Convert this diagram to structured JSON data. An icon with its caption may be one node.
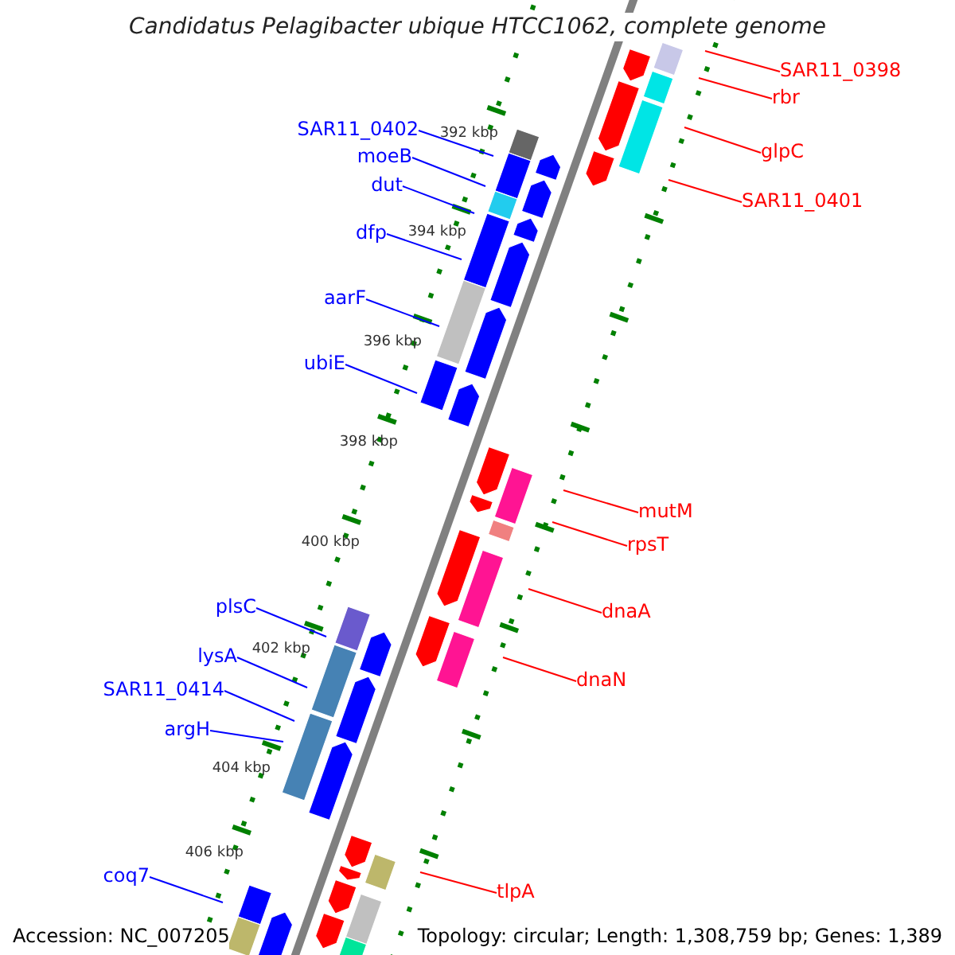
{
  "diagram": {
    "title": "Candidatus Pelagibacter ubique HTCC1062, complete genome",
    "nodes": [
      {
        "text": [
          "SAR11_0398"
        ]
      },
      {
        "text": [
          "rbr"
        ]
      },
      {
        "text": [
          "glpC"
        ]
      },
      {
        "text": [
          "SAR11_0401"
        ]
      },
      {
        "text": [
          "SAR11_0402"
        ]
      },
      {
        "text": [
          "moeB"
        ]
      },
      {
        "text": [
          "dut"
        ]
      },
      {
        "text": [
          "dfp"
        ]
      },
      {
        "text": [
          "aarF"
        ]
      },
      {
        "text": [
          "ubiE"
        ]
      },
      {
        "text": [
          "mutM"
        ]
      },
      {
        "text": [
          "rpsT"
        ]
      },
      {
        "text": [
          "dnaA"
        ]
      },
      {
        "text": [
          "dnaN"
        ]
      },
      {
        "text": [
          "plsC"
        ]
      },
      {
        "text": [
          "lysA"
        ]
      },
      {
        "text": [
          "SAR11_0414"
        ]
      },
      {
        "text": [
          "argH"
        ]
      },
      {
        "text": [
          "tlpA"
        ]
      },
      {
        "text": [
          "coq7"
        ]
      }
    ],
    "edges": [
      {
        "from": 0,
        "to": null,
        "arrow": "none",
        "color": "#ff0000"
      },
      {
        "from": 1,
        "to": null,
        "arrow": "none",
        "color": "#ff0000"
      },
      {
        "from": 2,
        "to": null,
        "arrow": "none",
        "color": "#ff0000"
      },
      {
        "from": 3,
        "to": null,
        "arrow": "none",
        "color": "#ff0000"
      },
      {
        "from": 4,
        "to": null,
        "arrow": "none"
      },
      {
        "from": 5,
        "to": null,
        "arrow": "none"
      },
      {
        "from": 6,
        "to": null,
        "arrow": "none"
      },
      {
        "from": 7,
        "to": null,
        "arrow": "none"
      },
      {
        "from": 8,
        "to": null,
        "arrow": "none"
      },
      {
        "from": 9,
        "to": null,
        "arrow": "none"
      },
      {
        "from": 10,
        "to": null,
        "arrow": "none",
        "color": "#ff0000"
      },
      {
        "from": 11,
        "to": null,
        "arrow": "none",
        "color": "#ff0000"
      },
      {
        "from": 12,
        "to": null,
        "arrow": "none",
        "color": "#ff0000"
      },
      {
        "from": 13,
        "to": null,
        "arrow": "none",
        "color": "#ff0000"
      },
      {
        "from": 14,
        "to": null,
        "arrow": "none"
      },
      {
        "from": 15,
        "to": null,
        "arrow": "none"
      },
      {
        "from": 16,
        "to": null,
        "arrow": "none"
      },
      {
        "from": 17,
        "to": null,
        "arrow": "none"
      },
      {
        "from": 18,
        "to": null,
        "arrow": "none",
        "color": "#ff0000"
      },
      {
        "from": 19,
        "to": null,
        "arrow": "none"
      }
    ],
    "labels": [
      "392 kbp",
      "394 kbp",
      "396 kbp",
      "398 kbp",
      "400 kbp",
      "402 kbp",
      "404 kbp",
      "406 kbp",
      "Accession: NC_007205",
      "Topology: circular; Length: 1,308,759 bp; Genes: 1,389"
    ]
  }
}
